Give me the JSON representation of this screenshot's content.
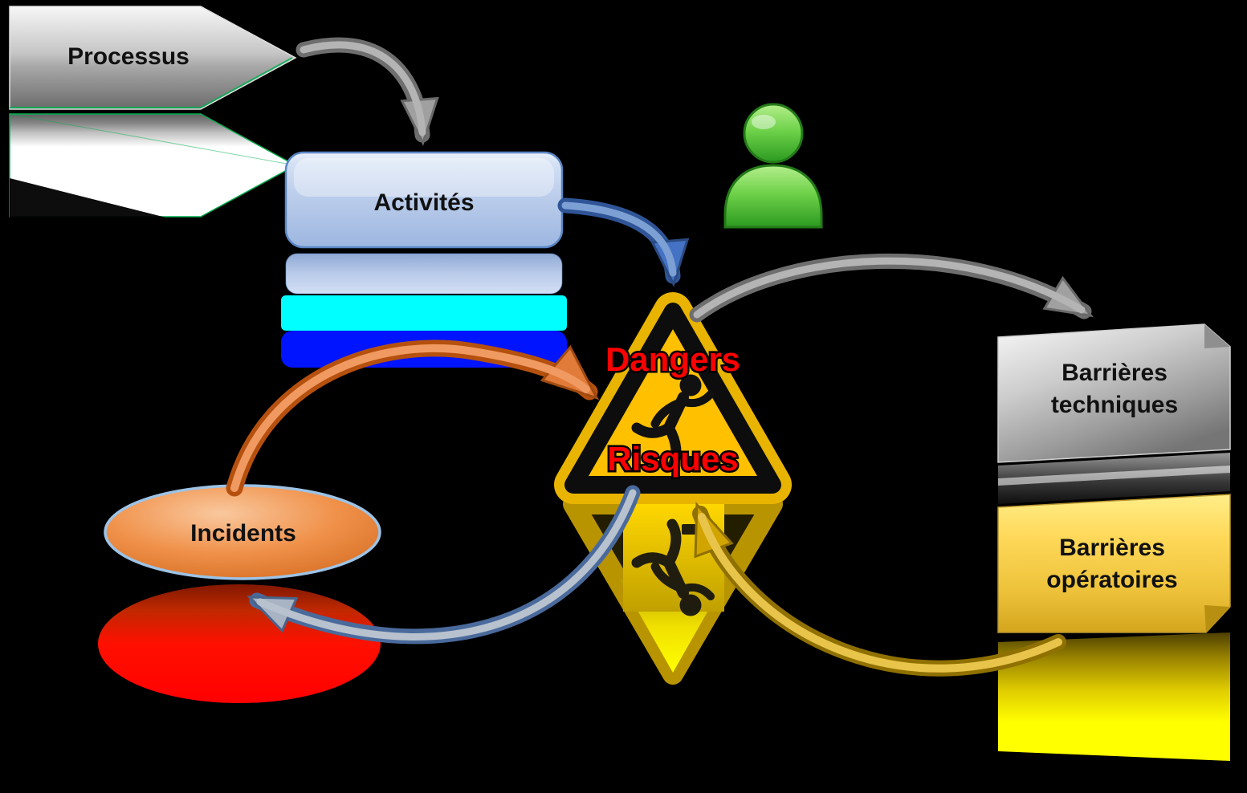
{
  "diagram": {
    "background_color": "#000000",
    "nodes": {
      "processus": {
        "label": "Processus",
        "shape": "pentagon-arrow",
        "color": "#b0b0b0"
      },
      "activites": {
        "label": "Activités",
        "shape": "rounded-rectangle",
        "color": "#b9cbea"
      },
      "person": {
        "icon": "person-icon",
        "color": "#4fc437"
      },
      "danger": {
        "label_top": "Dangers",
        "label_bottom": "Risques",
        "icon": "running-man-warning-icon",
        "sign_color": "#ffc000",
        "text_color": "#ff0000"
      },
      "incidents": {
        "label": "Incidents",
        "shape": "ellipse",
        "color": "#ed7d31"
      },
      "barrieres_techniques": {
        "label_line1": "Barrières",
        "label_line2": "techniques",
        "color": "#bfbfbf"
      },
      "barrieres_operatoires": {
        "label_line1": "Barrières",
        "label_line2": "opératoires",
        "color": "#ffd34d"
      }
    },
    "edges": [
      {
        "from": "processus",
        "to": "activites",
        "color": "#8c8c8c"
      },
      {
        "from": "activites",
        "to": "danger",
        "color": "#4472c4"
      },
      {
        "from": "danger",
        "to": "barrieres_techniques",
        "color": "#8c8c8c"
      },
      {
        "from": "incidents",
        "to": "danger",
        "color": "#d4661c"
      },
      {
        "from": "danger",
        "to": "incidents",
        "color": "#8ca0b8"
      },
      {
        "from": "barrieres_operatoires",
        "to": "danger",
        "color": "#c09000"
      }
    ],
    "reflection_colors": {
      "processus": "#ffffff",
      "activites": [
        "#9fb8e0",
        "#00ffff",
        "#0014ff"
      ],
      "danger": "#ffff00",
      "incidents": "#ff0000",
      "barrieres_techniques": "#5a5a5a",
      "barrieres_operatoires": "#ffff00"
    }
  }
}
